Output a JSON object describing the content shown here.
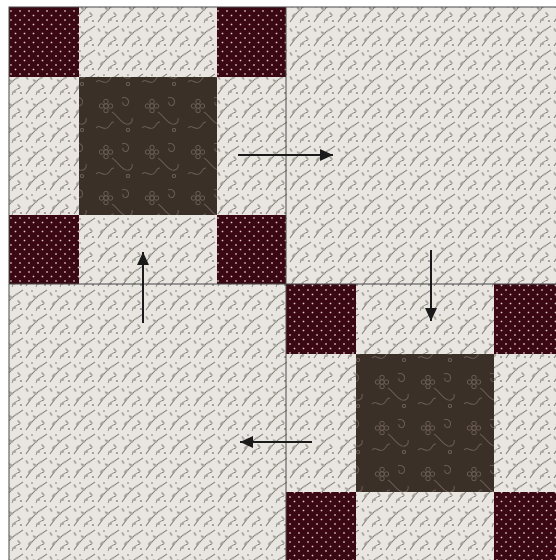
{
  "colors": {
    "background": "#ffffff",
    "light_print_base": "#e9e6e2",
    "light_print_leaf": "#aaa79e",
    "light_print_stem": "#77726c",
    "dark_red_base": "#3a0812",
    "dark_red_dot": "#d8c6c8",
    "dark_brown_base": "#3a3028",
    "dark_brown_motif": "#6f5f5a",
    "seam_line": "#4a4a4a",
    "arrow": "#1a1a1a"
  },
  "blocks": [
    {
      "name": "nine-patch-block-top-left",
      "pattern": "nine-patch"
    },
    {
      "name": "plain-block-top-right",
      "pattern": "solid-light-print"
    },
    {
      "name": "plain-block-bottom-left",
      "pattern": "solid-light-print"
    },
    {
      "name": "nine-patch-block-bottom-right",
      "pattern": "nine-patch"
    }
  ],
  "arrows": [
    {
      "name": "arrow-right",
      "direction": "right"
    },
    {
      "name": "arrow-down",
      "direction": "down"
    },
    {
      "name": "arrow-left",
      "direction": "left"
    },
    {
      "name": "arrow-up",
      "direction": "up"
    }
  ]
}
